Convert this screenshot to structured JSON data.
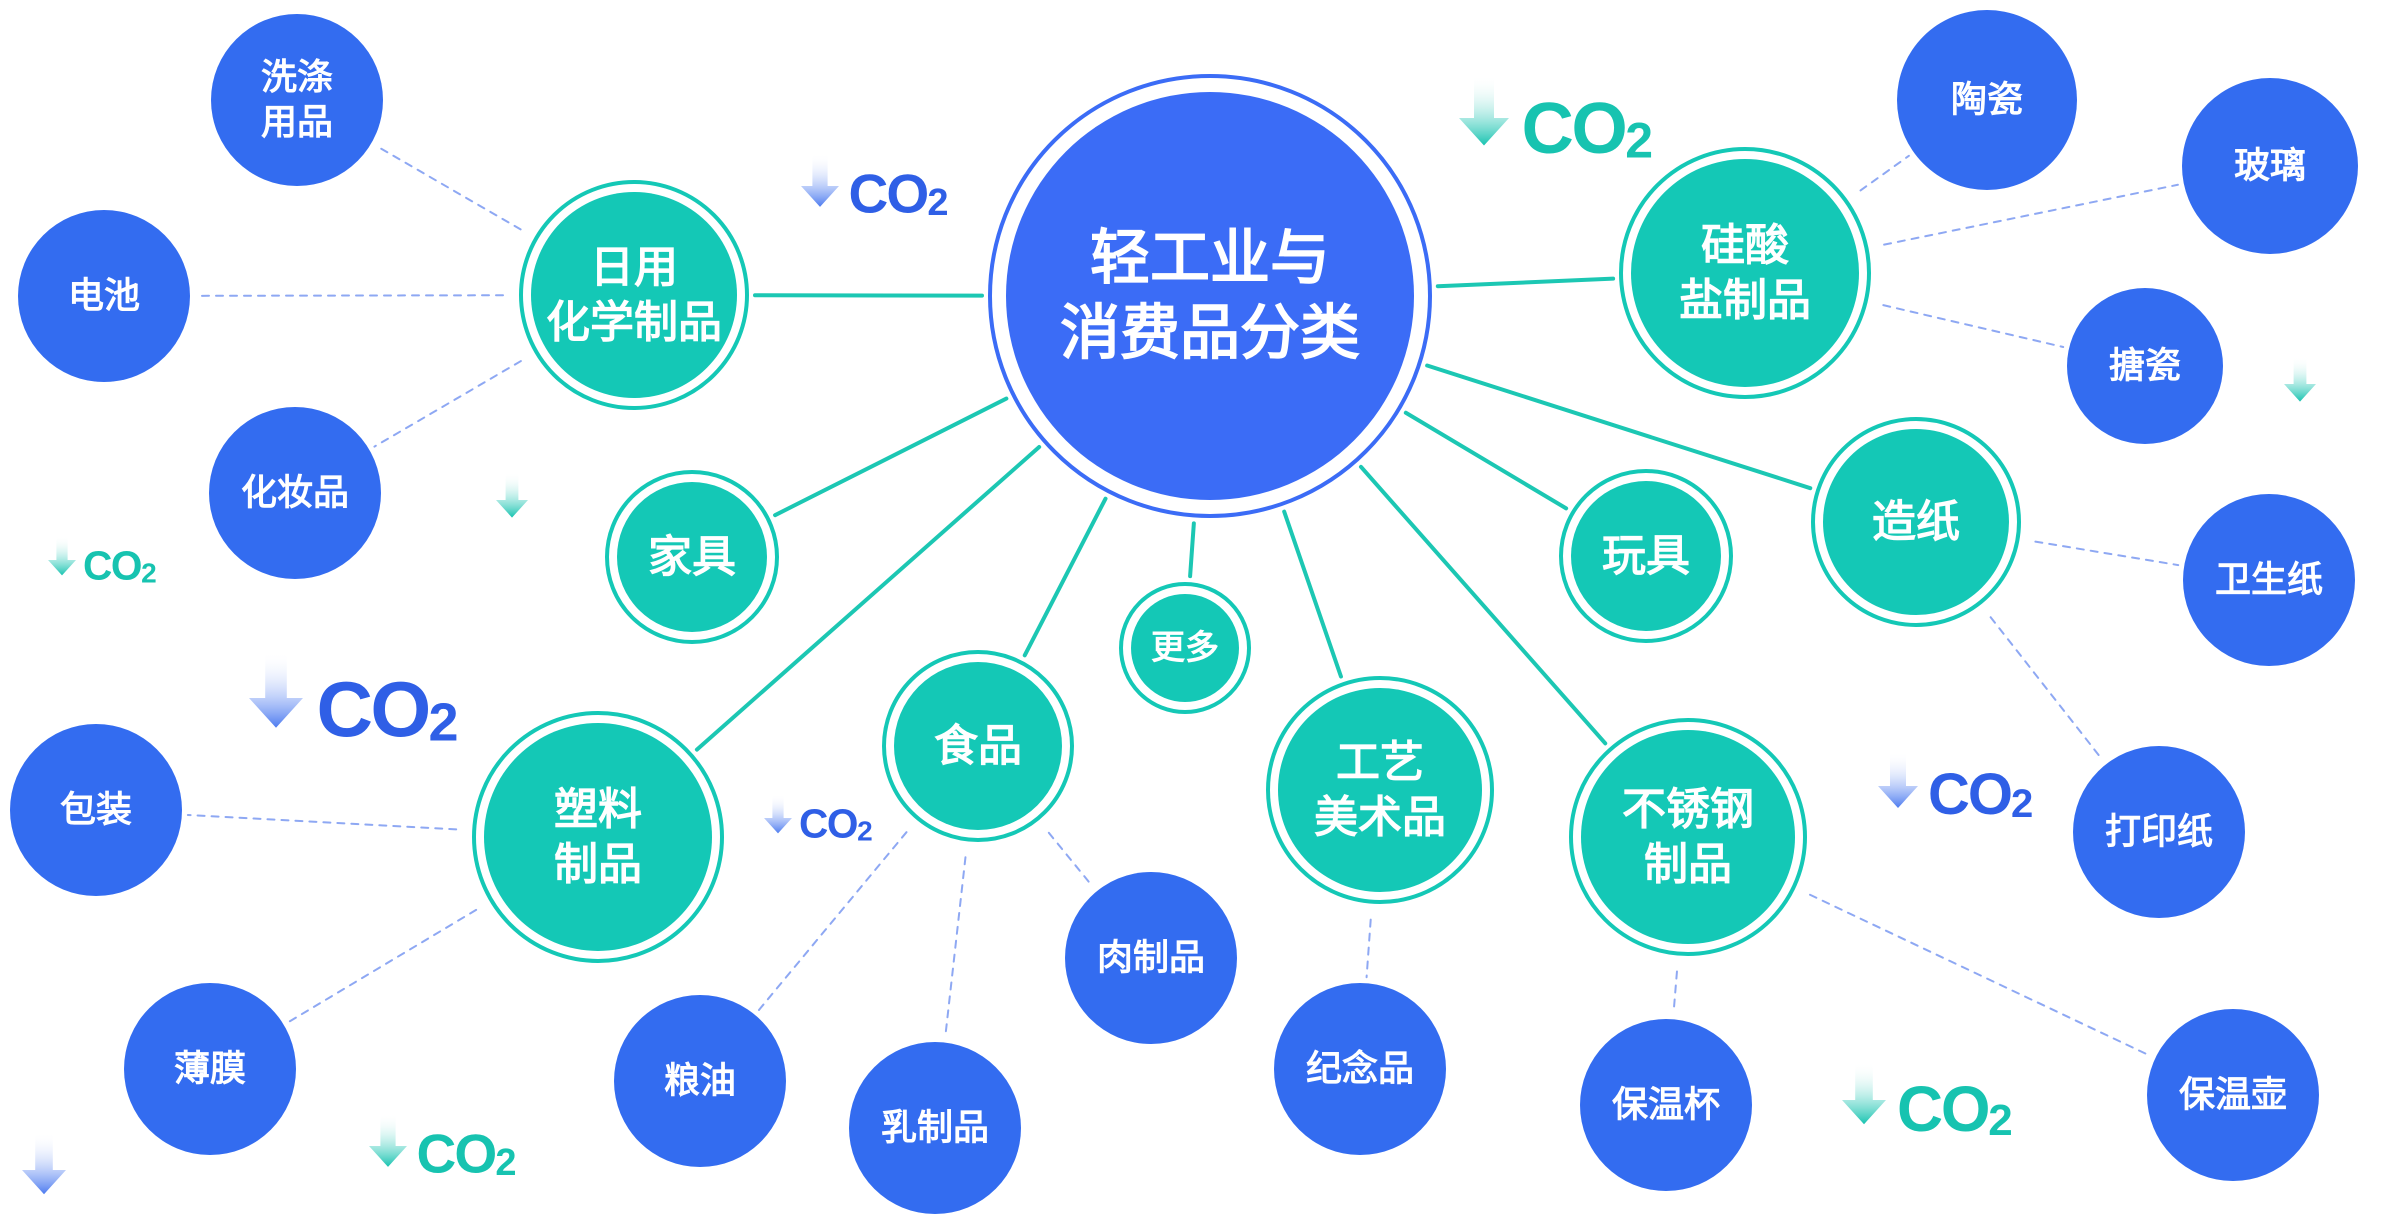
{
  "diagram": {
    "colors": {
      "center": "#3b6cf6",
      "category": "#14c8b6",
      "leaf": "#336cf0",
      "solid_link": "#1cc7b3",
      "dashed_link": "#8ea8f3",
      "co2_teal": "#17c3b0",
      "co2_blue": "#2f5fe6",
      "text": "#ffffff"
    },
    "center": {
      "lines": [
        "轻工业与",
        "消费品分类"
      ]
    },
    "categories": {
      "daily_chem": {
        "lines": [
          "日用",
          "化学制品"
        ]
      },
      "furniture": {
        "lines": [
          "家具"
        ]
      },
      "plastic": {
        "lines": [
          "塑料",
          "制品"
        ]
      },
      "food": {
        "lines": [
          "食品"
        ]
      },
      "more": {
        "lines": [
          "更多"
        ]
      },
      "crafts": {
        "lines": [
          "工艺",
          "美术品"
        ]
      },
      "steel": {
        "lines": [
          "不锈钢",
          "制品"
        ]
      },
      "toys": {
        "lines": [
          "玩具"
        ]
      },
      "paper": {
        "lines": [
          "造纸"
        ]
      },
      "silicate": {
        "lines": [
          "硅酸",
          "盐制品"
        ]
      }
    },
    "leaves": {
      "detergent": {
        "lines": [
          "洗涤",
          "用品"
        ]
      },
      "battery": {
        "lines": [
          "电池"
        ]
      },
      "cosmetics": {
        "lines": [
          "化妆品"
        ]
      },
      "packaging": {
        "lines": [
          "包装"
        ]
      },
      "film": {
        "lines": [
          "薄膜"
        ]
      },
      "grain_oil": {
        "lines": [
          "粮油"
        ]
      },
      "dairy": {
        "lines": [
          "乳制品"
        ]
      },
      "meat": {
        "lines": [
          "肉制品"
        ]
      },
      "souvenir": {
        "lines": [
          "纪念品"
        ]
      },
      "thermos_cup": {
        "lines": [
          "保温杯"
        ]
      },
      "thermos_pot": {
        "lines": [
          "保温壶"
        ]
      },
      "printing_paper": {
        "lines": [
          "打印纸"
        ]
      },
      "toilet_paper": {
        "lines": [
          "卫生纸"
        ]
      },
      "enamel": {
        "lines": [
          "搪瓷"
        ]
      },
      "glass": {
        "lines": [
          "玻璃"
        ]
      },
      "ceramics": {
        "lines": [
          "陶瓷"
        ]
      }
    },
    "co2_label": "CO2"
  }
}
